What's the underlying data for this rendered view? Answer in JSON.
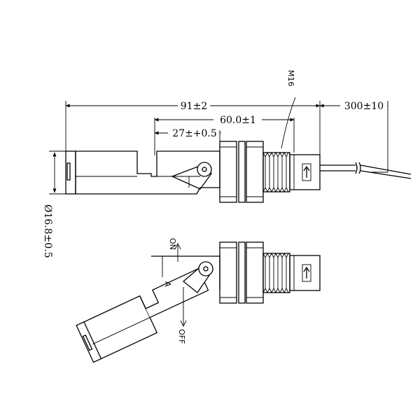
{
  "dimensions": {
    "overall_length": "91±2",
    "middle_length": "60.0±1",
    "short_length": "27±+0.5",
    "cable_length": "300±10",
    "diameter": "Ø16.8±0.5",
    "thread": "M16"
  },
  "labels": {
    "on": "ON",
    "off": "OFF",
    "a": "A"
  },
  "colors": {
    "line": "#000000",
    "background": "#ffffff"
  }
}
